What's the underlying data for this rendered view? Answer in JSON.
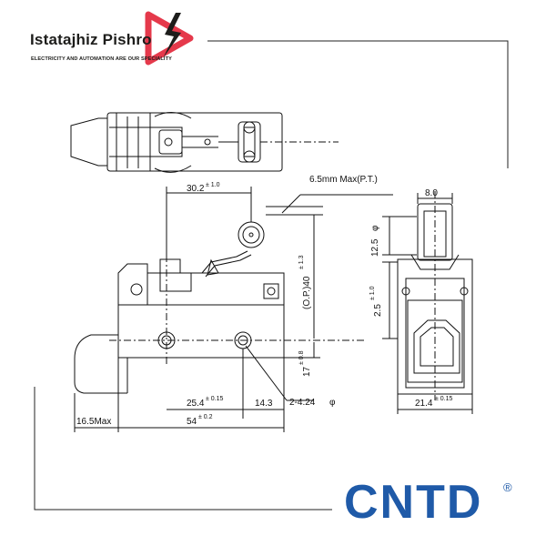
{
  "brand": {
    "title": "Istatajhiz Pishro",
    "tagline": "ELECTRICITY AND AUTOMATION ARE OUR SPECIALITY",
    "logo_color": "#e5394b"
  },
  "manufacturer": {
    "name": "CNTD",
    "registered": "®",
    "color": "#1f5aa8"
  },
  "dimensions": {
    "width_30_2": "30.2",
    "width_30_2_tol": "± 1.0",
    "pt_max": "6.5mm Max(P.T.)",
    "width_8": "8.0",
    "height_12_5": "12.5",
    "height_12_5_sym": "φ",
    "op_40": "(O.P.)40",
    "op_40_tol": "± 1.3",
    "height_2_5": "2.5",
    "height_2_5_tol": "± 1.0",
    "height_17": "17",
    "height_17_tol": "± 0.8",
    "dist_25_4": "25.4",
    "dist_25_4_tol": "± 0.15",
    "dist_14_3": "14.3",
    "hole": "2-4.24",
    "hole_sym": "φ",
    "width_16_5": "16.5Max",
    "width_54": "54",
    "width_54_tol": "± 0.2",
    "width_21_4": "21.4",
    "width_21_4_tol": "± 0.15"
  }
}
